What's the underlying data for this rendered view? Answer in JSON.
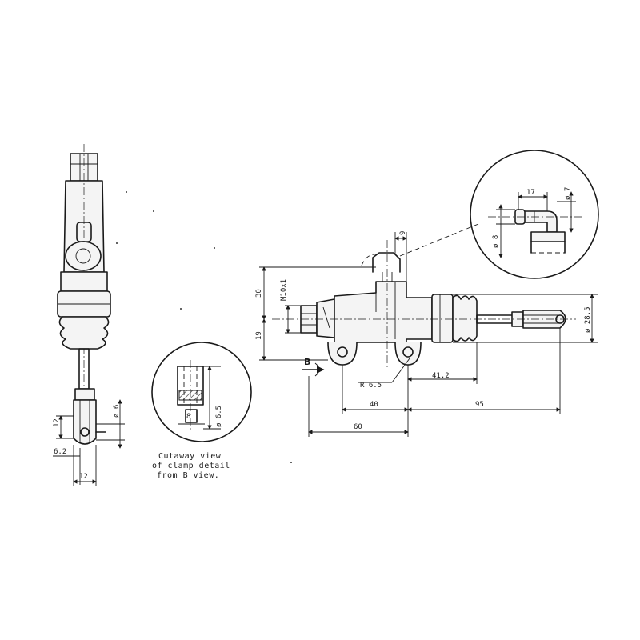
{
  "dimensions": {
    "d_12_left": "12",
    "d_6_2": "6.2",
    "d_12_bottom": "12",
    "d_6_side": "ø 6",
    "d_8": "8",
    "d_6_5": "ø 6.5",
    "d_30": "30",
    "d_19": "19",
    "d_m10": "M10x1",
    "d_9": "9",
    "d_r65": "R 6.5",
    "d_41_2": "41.2",
    "d_40": "40",
    "d_95": "95",
    "d_60": "60",
    "d_28_5": "ø 28.5",
    "d_17": "17",
    "d_7": "ø 7",
    "d_8_detail": "ø 8"
  },
  "labels": {
    "view_b": "B",
    "cutaway_line1": "Cutaway view",
    "cutaway_line2": "of clamp detail",
    "cutaway_line3": "from B view."
  }
}
